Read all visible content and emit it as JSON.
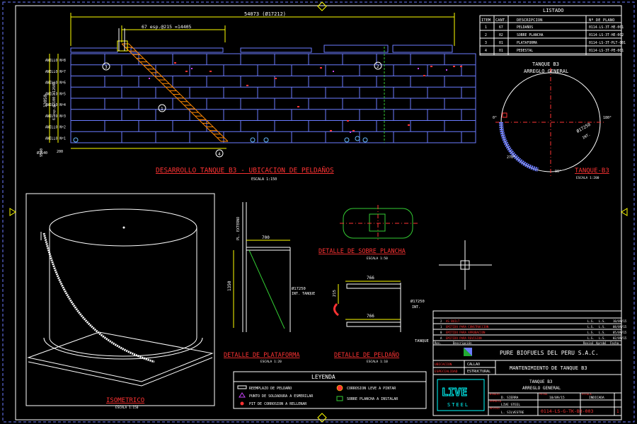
{
  "drawing": {
    "tank_dev": {
      "title": "DESARROLLO TANQUE B3 - UBICACION DE PELDAÑOS",
      "scale": "ESCALA 1:150",
      "dim_total": "54073 (Ø17212)",
      "dim_steps": "67 esp.@215 =14405",
      "dim_height": "13050",
      "dim_height_sub": "6 esp.@2100 =12600",
      "dim_base_a": "9540",
      "dim_base_b": "Ø3140",
      "dim_left": "200",
      "rings": [
        "ANILLO Nº8",
        "ANILLO Nº7",
        "ANILLO Nº6",
        "ANILLO Nº5",
        "ANILLO Nº4",
        "ANILLO Nº3",
        "ANILLO Nº2",
        "ANILLO Nº1"
      ],
      "balloons": [
        "1",
        "2",
        "3",
        "4"
      ]
    },
    "listado": {
      "title": "LISTADO",
      "headers": [
        "ITEM",
        "CANT.",
        "DESCRIPCION",
        "Nº DE PLANO"
      ],
      "rows": [
        [
          "1",
          "67",
          "PELDAÑOS",
          "0114-LS-3T-HE-001"
        ],
        [
          "2",
          "02",
          "SOBRE PLANCHA",
          "0114-LS-3T-HE-002"
        ],
        [
          "3",
          "01",
          "PLATAFORMA",
          "0114-LS-3T-PLT-001"
        ],
        [
          "4",
          "01",
          "PEDESTAL",
          "0114-LS-3T-PE-001"
        ]
      ]
    },
    "plan": {
      "tank_label": "TANQUE B3",
      "tank_sub": "ARREGLO GENERAL",
      "title": "TANQUE-B3",
      "scale": "ESCALA 1:200",
      "dia": "Ø17250",
      "dia_sub": "INT.",
      "angle_a": "0°",
      "angle_b": "90°",
      "angle_c": "270°",
      "angle_d": "180°"
    },
    "iso": {
      "title": "ISOMETRICO",
      "scale": "ESCALA 1:150"
    },
    "sobre": {
      "title": "DETALLE DE SOBRE PLANCHA",
      "scale": "ESCALA 1:50"
    },
    "plataforma": {
      "title": "DETALLE DE PLATAFORMA",
      "scale": "ESCALA 1:20",
      "dim_w": "700",
      "dim_h": "1350",
      "dia": "Ø17250",
      "dia_sub": "INT. TANQUE",
      "level": "PL. EXTERNO"
    },
    "peldano": {
      "title": "DETALLE DE PELDAÑO",
      "scale": "ESCALA 1:10",
      "dim_top": "766",
      "dim_side": "215",
      "dim_bottom": "766",
      "dia": "Ø17250",
      "dia_sub": "INT.",
      "tank": "TANQUE"
    },
    "leyenda": {
      "title": "LEYENDA",
      "items": [
        "REEMPLAZO DE PELDAÑO",
        "PUNTO DE SOLDADURA A ESMERILAR",
        "PIT DE CORROSION A RELLENAR",
        "CORROSION LEVE A PINTAR",
        "SOBRE PLANCHA A INSTALAR"
      ]
    },
    "revisions": {
      "rows": [
        [
          "2",
          "AS BUILT",
          "L.S.",
          "L.S.",
          "10/09/15"
        ],
        [
          "1",
          "EMITIDO PARA CONSTRUCCION",
          "L.S.",
          "L.S.",
          "08/09/15"
        ],
        [
          "0",
          "EMITIDO PARA APROBACION",
          "L.S.",
          "L.S.",
          "05/09/15"
        ],
        [
          "A",
          "EMITIDO PARA REVISION",
          "L.S.",
          "L.S.",
          "02/09/15"
        ]
      ],
      "headers": [
        "Rev.",
        "Descripción",
        "Revisó",
        "Aprobó",
        "Fecha"
      ]
    },
    "titleblock": {
      "client": "PURE BIOFUELS DEL PERU S.A.C.",
      "project": "MANTENIMIENTO DE TANQUE B3",
      "location_label": "UBICACION",
      "location": "CALLAO",
      "discipline_label": "ESPECIALIDAD",
      "discipline": "ESTRUCTURAL",
      "drawn_label": "DIBUJO",
      "drawn": "D. SIERRA",
      "date_label": "FECHA",
      "date": "10/09/15",
      "scale_label": "ESCALA",
      "scale": "INDICADA",
      "company_label": "EMPRESA",
      "company": "LIVE STEEL",
      "checked_label": "REVISO",
      "checked": "L. SILVESTRE",
      "drawing_no": "0114-LS-G-TK-B3-003",
      "sheet": "1",
      "logo_top": "LIVE",
      "logo_bottom": "STEEL"
    }
  },
  "colors": {
    "white": "#ffffff",
    "yellow": "#ffff00",
    "red": "#ff3333",
    "blue": "#6b7cff",
    "green": "#33cc33",
    "orange": "#ff8800",
    "cyan": "#00ffff"
  }
}
